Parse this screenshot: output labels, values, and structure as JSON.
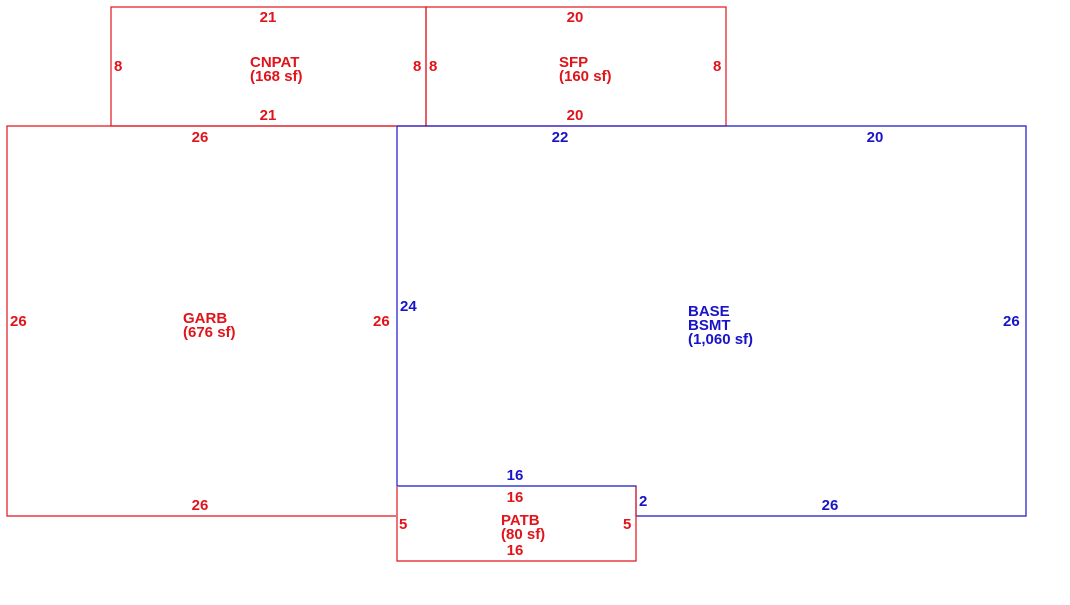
{
  "colors": {
    "red": "#e0141a",
    "blue": "#1a14c8"
  },
  "areas": {
    "cnpat": {
      "code": "CNPAT",
      "area": "(168 sf)",
      "top": "21",
      "bottom": "21",
      "left": "8",
      "right": "8"
    },
    "sfp": {
      "code": "SFP",
      "area": "(160 sf)",
      "top": "20",
      "bottom": "20",
      "left": "8",
      "right": "8"
    },
    "garb": {
      "code": "GARB",
      "area": "(676 sf)",
      "top": "26",
      "bottom": "26",
      "left": "26",
      "right": "26"
    },
    "base": {
      "code": "BASE",
      "sub": "BSMT",
      "area": "(1,060 sf)",
      "top_left": "22",
      "top_right": "20",
      "left": "24",
      "right": "26",
      "inner_bottom": "16",
      "step": "2",
      "bottom": "26"
    },
    "patb": {
      "code": "PATB",
      "area": "(80 sf)",
      "top": "16",
      "bottom": "16",
      "left": "5",
      "right": "5"
    }
  }
}
